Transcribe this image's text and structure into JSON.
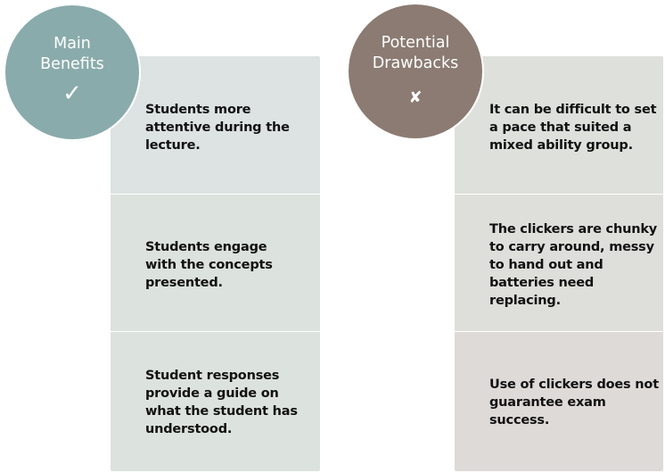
{
  "colors": {
    "benefits_circle": "#8AABAB",
    "drawbacks_circle": "#8B7B72",
    "benefits_rows": [
      "#DCE3E2",
      "#DCE2DD",
      "#DCE2DD"
    ],
    "drawbacks_rows": [
      "#DEE0DB",
      "#DEDFDA",
      "#DEDAD8"
    ],
    "text": "#111111"
  },
  "benefits": {
    "title_line1": "Main",
    "title_line2": "Benefits",
    "icon": "checkmark-icon",
    "icon_glyph": "✓",
    "items": [
      {
        "text": "Students more attentive during the lecture."
      },
      {
        "text": "Students engage with the concepts presented."
      },
      {
        "text": "Student responses provide a guide on what the student has understood."
      }
    ]
  },
  "drawbacks": {
    "title_line1": "Potential",
    "title_line2": "Drawbacks",
    "icon": "cross-icon",
    "icon_glyph": "✘",
    "items": [
      {
        "text": "It can be difficult to set a pace that suited a mixed ability group."
      },
      {
        "text": "The clickers are chunky to carry around, messy to hand out and batteries need replacing."
      },
      {
        "text": "Use of clickers does not guarantee exam success."
      }
    ]
  }
}
